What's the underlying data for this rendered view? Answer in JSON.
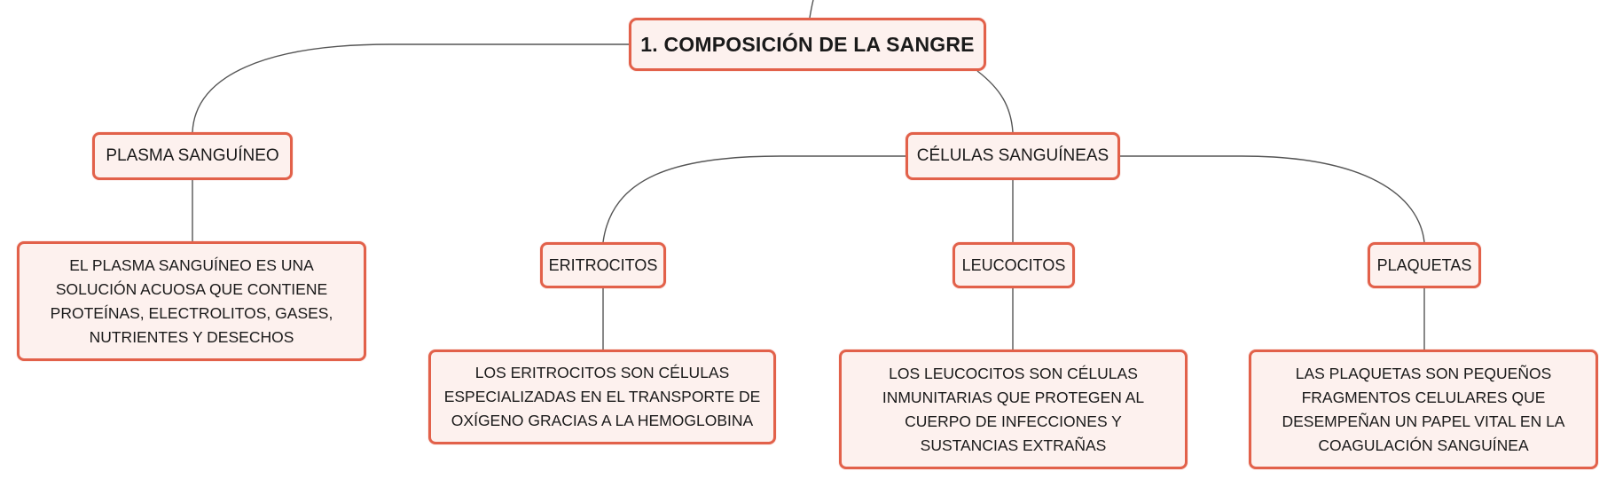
{
  "diagram": {
    "root": {
      "label": "1. COMPOSICIÓN DE LA SANGRE"
    },
    "branches": {
      "plasma": {
        "label": "PLASMA SANGUÍNEO",
        "description": "EL PLASMA SANGUÍNEO ES UNA SOLUCIÓN ACUOSA QUE CONTIENE PROTEÍNAS, ELECTROLITOS, GASES, NUTRIENTES Y DESECHOS"
      },
      "celulas": {
        "label": "CÉLULAS SANGUÍNEAS",
        "children": {
          "eritrocitos": {
            "label": "ERITROCITOS",
            "description": "LOS ERITROCITOS SON CÉLULAS ESPECIALIZADAS EN EL TRANSPORTE DE OXÍGENO GRACIAS A LA HEMOGLOBINA"
          },
          "leucocitos": {
            "label": "LEUCOCITOS",
            "description": "LOS LEUCOCITOS SON CÉLULAS INMUNITARIAS QUE PROTEGEN AL CUERPO DE INFECCIONES Y SUSTANCIAS EXTRAÑAS"
          },
          "plaquetas": {
            "label": "PLAQUETAS",
            "description": "LAS PLAQUETAS SON PEQUEÑOS FRAGMENTOS CELULARES QUE DESEMPEÑAN UN PAPEL VITAL EN LA COAGULACIÓN SANGUÍNEA"
          }
        }
      }
    }
  },
  "colors": {
    "node_border": "#e2614a",
    "node_fill": "#fdf1ee",
    "connector": "#555555",
    "text": "#1a1a1a"
  }
}
